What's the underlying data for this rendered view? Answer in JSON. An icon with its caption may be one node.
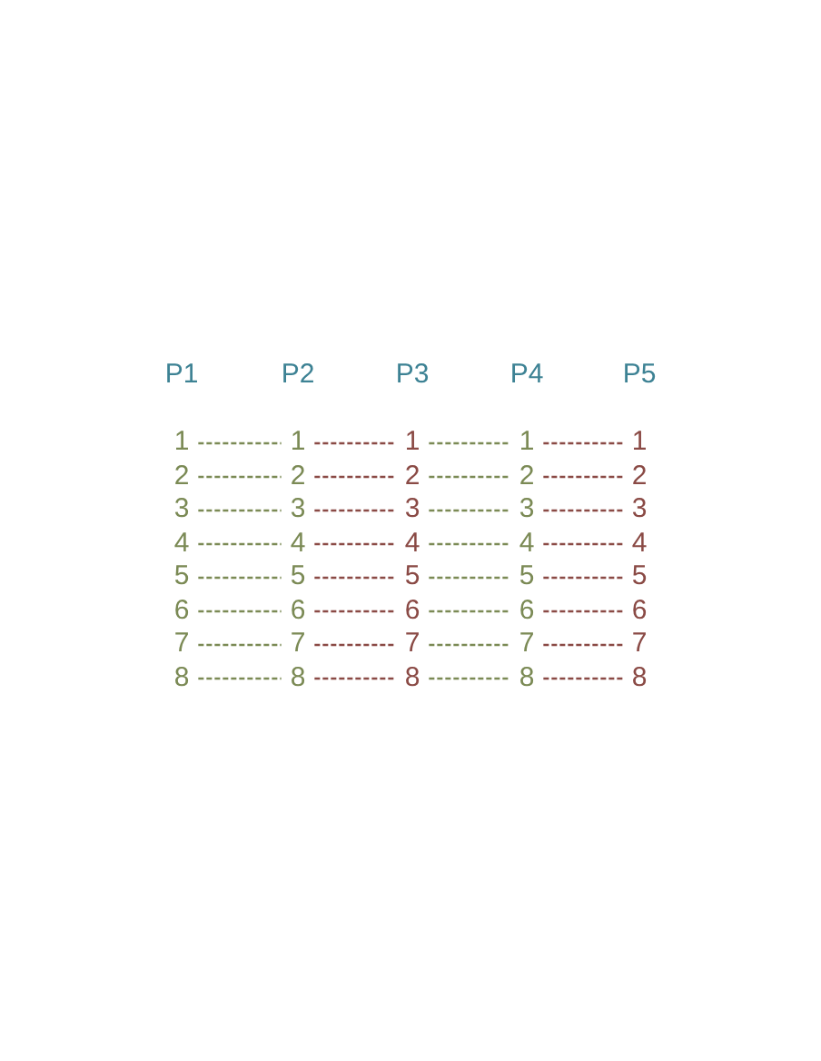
{
  "diagram": {
    "nodes": [
      {
        "text": [
          "1"
        ]
      },
      {
        "text": [
          "1"
        ]
      },
      {
        "text": [
          "1"
        ]
      },
      {
        "text": [
          "1"
        ]
      },
      {
        "text": [
          "1"
        ]
      },
      {
        "text": [
          "2"
        ]
      },
      {
        "text": [
          "2"
        ]
      },
      {
        "text": [
          "2"
        ]
      },
      {
        "text": [
          "2"
        ]
      },
      {
        "text": [
          "2"
        ]
      },
      {
        "text": [
          "3"
        ]
      },
      {
        "text": [
          "3"
        ]
      },
      {
        "text": [
          "3"
        ]
      },
      {
        "text": [
          "3"
        ]
      },
      {
        "text": [
          "3"
        ]
      },
      {
        "text": [
          "4"
        ]
      },
      {
        "text": [
          "4"
        ]
      },
      {
        "text": [
          "4"
        ]
      },
      {
        "text": [
          "4"
        ]
      },
      {
        "text": [
          "4"
        ]
      },
      {
        "text": [
          "5"
        ]
      },
      {
        "text": [
          "5"
        ]
      },
      {
        "text": [
          "5"
        ]
      },
      {
        "text": [
          "5"
        ]
      },
      {
        "text": [
          "5"
        ]
      },
      {
        "text": [
          "6"
        ]
      },
      {
        "text": [
          "6"
        ]
      },
      {
        "text": [
          "6"
        ]
      },
      {
        "text": [
          "6"
        ]
      },
      {
        "text": [
          "6"
        ]
      },
      {
        "text": [
          "7"
        ]
      },
      {
        "text": [
          "7"
        ]
      },
      {
        "text": [
          "7"
        ]
      },
      {
        "text": [
          "7"
        ]
      },
      {
        "text": [
          "7"
        ]
      },
      {
        "text": [
          "8"
        ]
      },
      {
        "text": [
          "8"
        ]
      },
      {
        "text": [
          "8"
        ]
      },
      {
        "text": [
          "8"
        ]
      },
      {
        "text": [
          "8"
        ]
      }
    ],
    "edges": [
      {
        "from": 0,
        "to": 1,
        "arrow": "none",
        "style": "dashed",
        "color": "#7b8a55"
      },
      {
        "from": 1,
        "to": 2,
        "arrow": "none",
        "style": "dashed",
        "color": "#8a4a45"
      },
      {
        "from": 2,
        "to": 3,
        "arrow": "none",
        "style": "dashed",
        "color": "#7b8a55"
      },
      {
        "from": 3,
        "to": 4,
        "arrow": "none",
        "style": "dashed",
        "color": "#8a4a45"
      },
      {
        "from": 5,
        "to": 6,
        "arrow": "none",
        "style": "dashed",
        "color": "#7b8a55"
      },
      {
        "from": 6,
        "to": 7,
        "arrow": "none",
        "style": "dashed",
        "color": "#8a4a45"
      },
      {
        "from": 7,
        "to": 8,
        "arrow": "none",
        "style": "dashed",
        "color": "#7b8a55"
      },
      {
        "from": 8,
        "to": 9,
        "arrow": "none",
        "style": "dashed",
        "color": "#8a4a45"
      },
      {
        "from": 10,
        "to": 11,
        "arrow": "none",
        "style": "dashed",
        "color": "#7b8a55"
      },
      {
        "from": 11,
        "to": 12,
        "arrow": "none",
        "style": "dashed",
        "color": "#8a4a45"
      },
      {
        "from": 12,
        "to": 13,
        "arrow": "none",
        "style": "dashed",
        "color": "#7b8a55"
      },
      {
        "from": 13,
        "to": 14,
        "arrow": "none",
        "style": "dashed",
        "color": "#8a4a45"
      },
      {
        "from": 15,
        "to": 16,
        "arrow": "none",
        "style": "dashed",
        "color": "#7b8a55"
      },
      {
        "from": 16,
        "to": 17,
        "arrow": "none",
        "style": "dashed",
        "color": "#8a4a45"
      },
      {
        "from": 17,
        "to": 18,
        "arrow": "none",
        "style": "dashed",
        "color": "#7b8a55"
      },
      {
        "from": 18,
        "to": 19,
        "arrow": "none",
        "style": "dashed",
        "color": "#8a4a45"
      },
      {
        "from": 20,
        "to": 21,
        "arrow": "none",
        "style": "dashed",
        "color": "#7b8a55"
      },
      {
        "from": 21,
        "to": 22,
        "arrow": "none",
        "style": "dashed",
        "color": "#8a4a45"
      },
      {
        "from": 22,
        "to": 23,
        "arrow": "none",
        "style": "dashed",
        "color": "#7b8a55"
      },
      {
        "from": 23,
        "to": 24,
        "arrow": "none",
        "style": "dashed",
        "color": "#8a4a45"
      },
      {
        "from": 25,
        "to": 26,
        "arrow": "none",
        "style": "dashed",
        "color": "#7b8a55"
      },
      {
        "from": 26,
        "to": 27,
        "arrow": "none",
        "style": "dashed",
        "color": "#8a4a45"
      },
      {
        "from": 27,
        "to": 28,
        "arrow": "none",
        "style": "dashed",
        "color": "#7b8a55"
      },
      {
        "from": 28,
        "to": 29,
        "arrow": "none",
        "style": "dashed",
        "color": "#8a4a45"
      },
      {
        "from": 30,
        "to": 31,
        "arrow": "none",
        "style": "dashed",
        "color": "#7b8a55"
      },
      {
        "from": 31,
        "to": 32,
        "arrow": "none",
        "style": "dashed",
        "color": "#8a4a45"
      },
      {
        "from": 32,
        "to": 33,
        "arrow": "none",
        "style": "dashed",
        "color": "#7b8a55"
      },
      {
        "from": 33,
        "to": 34,
        "arrow": "none",
        "style": "dashed",
        "color": "#8a4a45"
      },
      {
        "from": 35,
        "to": 36,
        "arrow": "none",
        "style": "dashed",
        "color": "#7b8a55"
      },
      {
        "from": 36,
        "to": 37,
        "arrow": "none",
        "style": "dashed",
        "color": "#8a4a45"
      },
      {
        "from": 37,
        "to": 38,
        "arrow": "none",
        "style": "dashed",
        "color": "#7b8a55"
      },
      {
        "from": 38,
        "to": 39,
        "arrow": "none",
        "style": "dashed",
        "color": "#8a4a45"
      }
    ],
    "labels": [
      "P1",
      "P2",
      "P3",
      "P4",
      "P5"
    ]
  }
}
